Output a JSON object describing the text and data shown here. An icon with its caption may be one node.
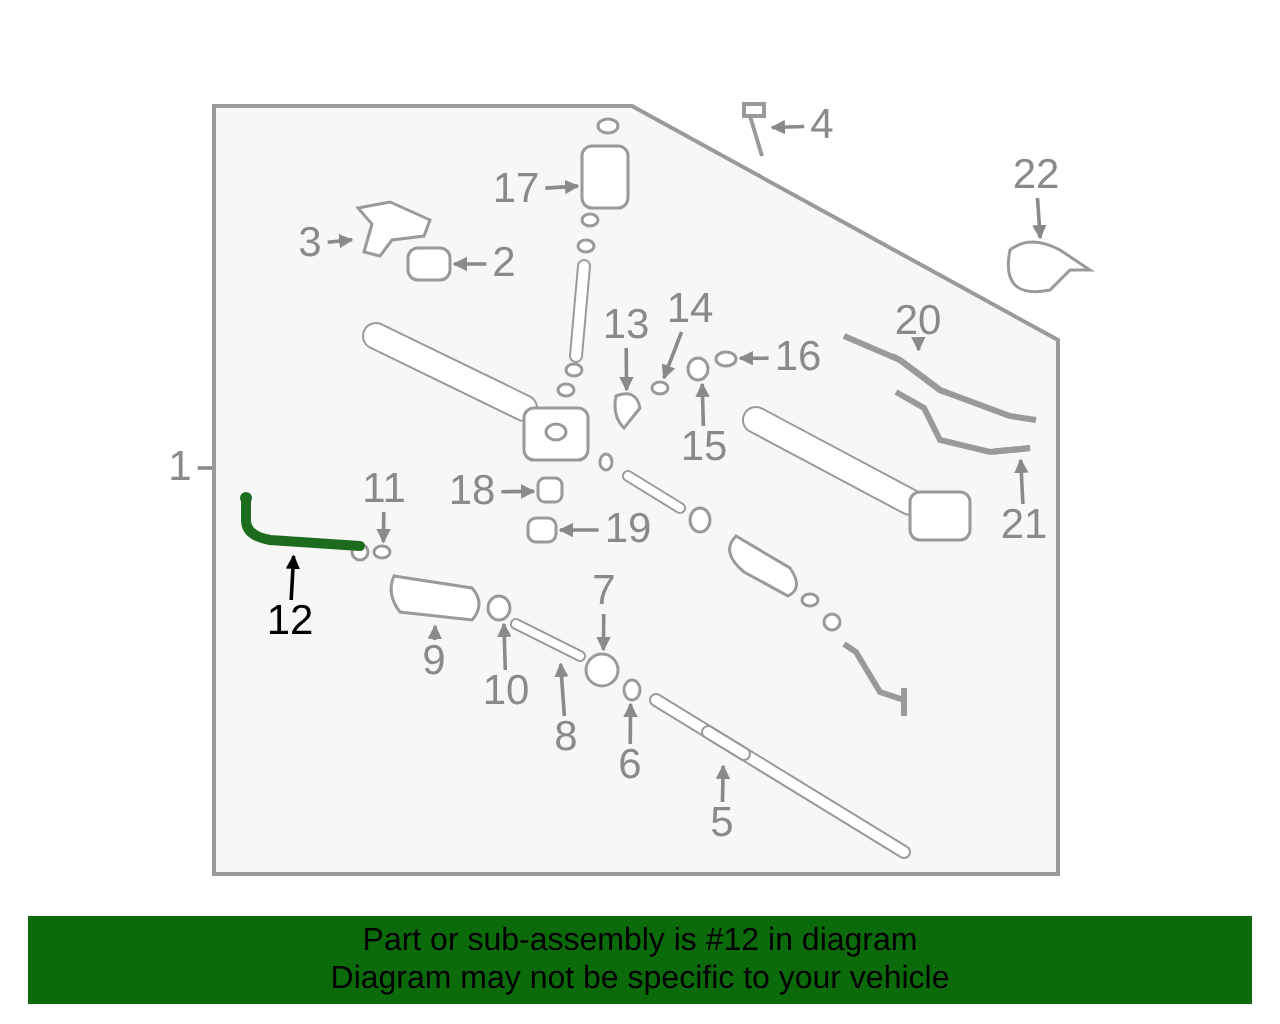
{
  "diagram": {
    "nodes": [
      {
        "text": [],
        "shape": "box"
      },
      {
        "text": [
          "4"
        ]
      },
      {
        "text": [
          "17"
        ],
        "in": 0
      },
      {
        "text": [
          "22"
        ]
      },
      {
        "text": [
          "3"
        ],
        "in": 0
      },
      {
        "text": [
          "2"
        ],
        "in": 0
      },
      {
        "text": [
          "13"
        ],
        "in": 0
      },
      {
        "text": [
          "14"
        ],
        "in": 0
      },
      {
        "text": [
          "16"
        ],
        "in": 0
      },
      {
        "text": [
          "20"
        ],
        "in": 0
      },
      {
        "text": [
          "15"
        ],
        "in": 0
      },
      {
        "text": [
          "1"
        ]
      },
      {
        "text": [
          "11"
        ],
        "in": 0
      },
      {
        "text": [
          "18"
        ],
        "in": 0
      },
      {
        "text": [
          "21"
        ],
        "in": 0
      },
      {
        "text": [
          "19"
        ],
        "in": 0
      },
      {
        "text": [
          "7"
        ],
        "in": 0
      },
      {
        "text": [
          "12"
        ],
        "in": 0
      },
      {
        "text": [
          "9"
        ],
        "in": 0
      },
      {
        "text": [
          "10"
        ],
        "in": 0
      },
      {
        "text": [
          "8"
        ],
        "in": 0
      },
      {
        "text": [
          "6"
        ],
        "in": 0
      },
      {
        "text": [
          "5"
        ],
        "in": 0
      },
      {
        "text": [],
        "shape": "picture"
      },
      {
        "text": [],
        "shape": "box",
        "in": 0
      },
      {
        "text": [],
        "shape": "picture"
      },
      {
        "text": [],
        "shape": "picture",
        "in": 0
      },
      {
        "text": [],
        "shape": "box",
        "in": 0
      },
      {
        "text": [],
        "shape": "picture",
        "in": 0
      },
      {
        "text": [],
        "shape": "circle",
        "in": 0
      },
      {
        "text": [],
        "shape": "circle",
        "in": 0
      },
      {
        "text": [],
        "shape": "picture",
        "in": 0
      },
      {
        "text": [],
        "shape": "circle",
        "in": 0
      },
      {
        "text": [],
        "shape": "circle",
        "in": 0
      },
      {
        "text": [],
        "shape": "box",
        "in": 0
      },
      {
        "text": [],
        "shape": "picture",
        "in": 0
      },
      {
        "text": [],
        "shape": "box",
        "in": 0
      },
      {
        "text": [],
        "shape": "circle",
        "in": 0
      },
      {
        "text": [],
        "shape": "picture",
        "in": 0
      },
      {
        "text": [],
        "shape": "picture",
        "in": 0
      },
      {
        "text": [],
        "shape": "circle",
        "in": 0
      },
      {
        "text": [],
        "shape": "picture",
        "in": 0
      },
      {
        "text": [],
        "shape": "circle",
        "in": 0
      },
      {
        "text": [],
        "shape": "picture",
        "in": 0
      }
    ],
    "edges": [
      {
        "from": 11,
        "to": 0,
        "arrow": "none"
      },
      {
        "from": 1,
        "to": 23,
        "arrow": "to"
      },
      {
        "from": 2,
        "to": 24,
        "arrow": "to"
      },
      {
        "from": 3,
        "to": 25,
        "arrow": "to"
      },
      {
        "from": 4,
        "to": 26,
        "arrow": "to"
      },
      {
        "from": 5,
        "to": 27,
        "arrow": "to"
      },
      {
        "from": 6,
        "to": 28,
        "arrow": "to"
      },
      {
        "from": 7,
        "to": 29,
        "arrow": "to"
      },
      {
        "from": 8,
        "to": 30,
        "arrow": "to"
      },
      {
        "from": 9,
        "to": 31,
        "arrow": "to"
      },
      {
        "from": 10,
        "to": 32,
        "arrow": "to"
      },
      {
        "from": 12,
        "to": 33,
        "arrow": "to"
      },
      {
        "from": 13,
        "to": 34,
        "arrow": "to"
      },
      {
        "from": 14,
        "to": 35,
        "arrow": "to"
      },
      {
        "from": 15,
        "to": 36,
        "arrow": "to"
      },
      {
        "from": 16,
        "to": 37,
        "arrow": "to"
      },
      {
        "from": 17,
        "to": 38,
        "arrow": "to",
        "color": "#000000"
      },
      {
        "from": 18,
        "to": 39,
        "arrow": "to"
      },
      {
        "from": 19,
        "to": 40,
        "arrow": "to"
      },
      {
        "from": 20,
        "to": 41,
        "arrow": "to"
      },
      {
        "from": 21,
        "to": 42,
        "arrow": "to"
      },
      {
        "from": 22,
        "to": 43,
        "arrow": "to"
      }
    ],
    "labels": [
      "Part or sub-assembly is #12 in diagram",
      "Diagram may not be specific to your vehicle"
    ]
  }
}
